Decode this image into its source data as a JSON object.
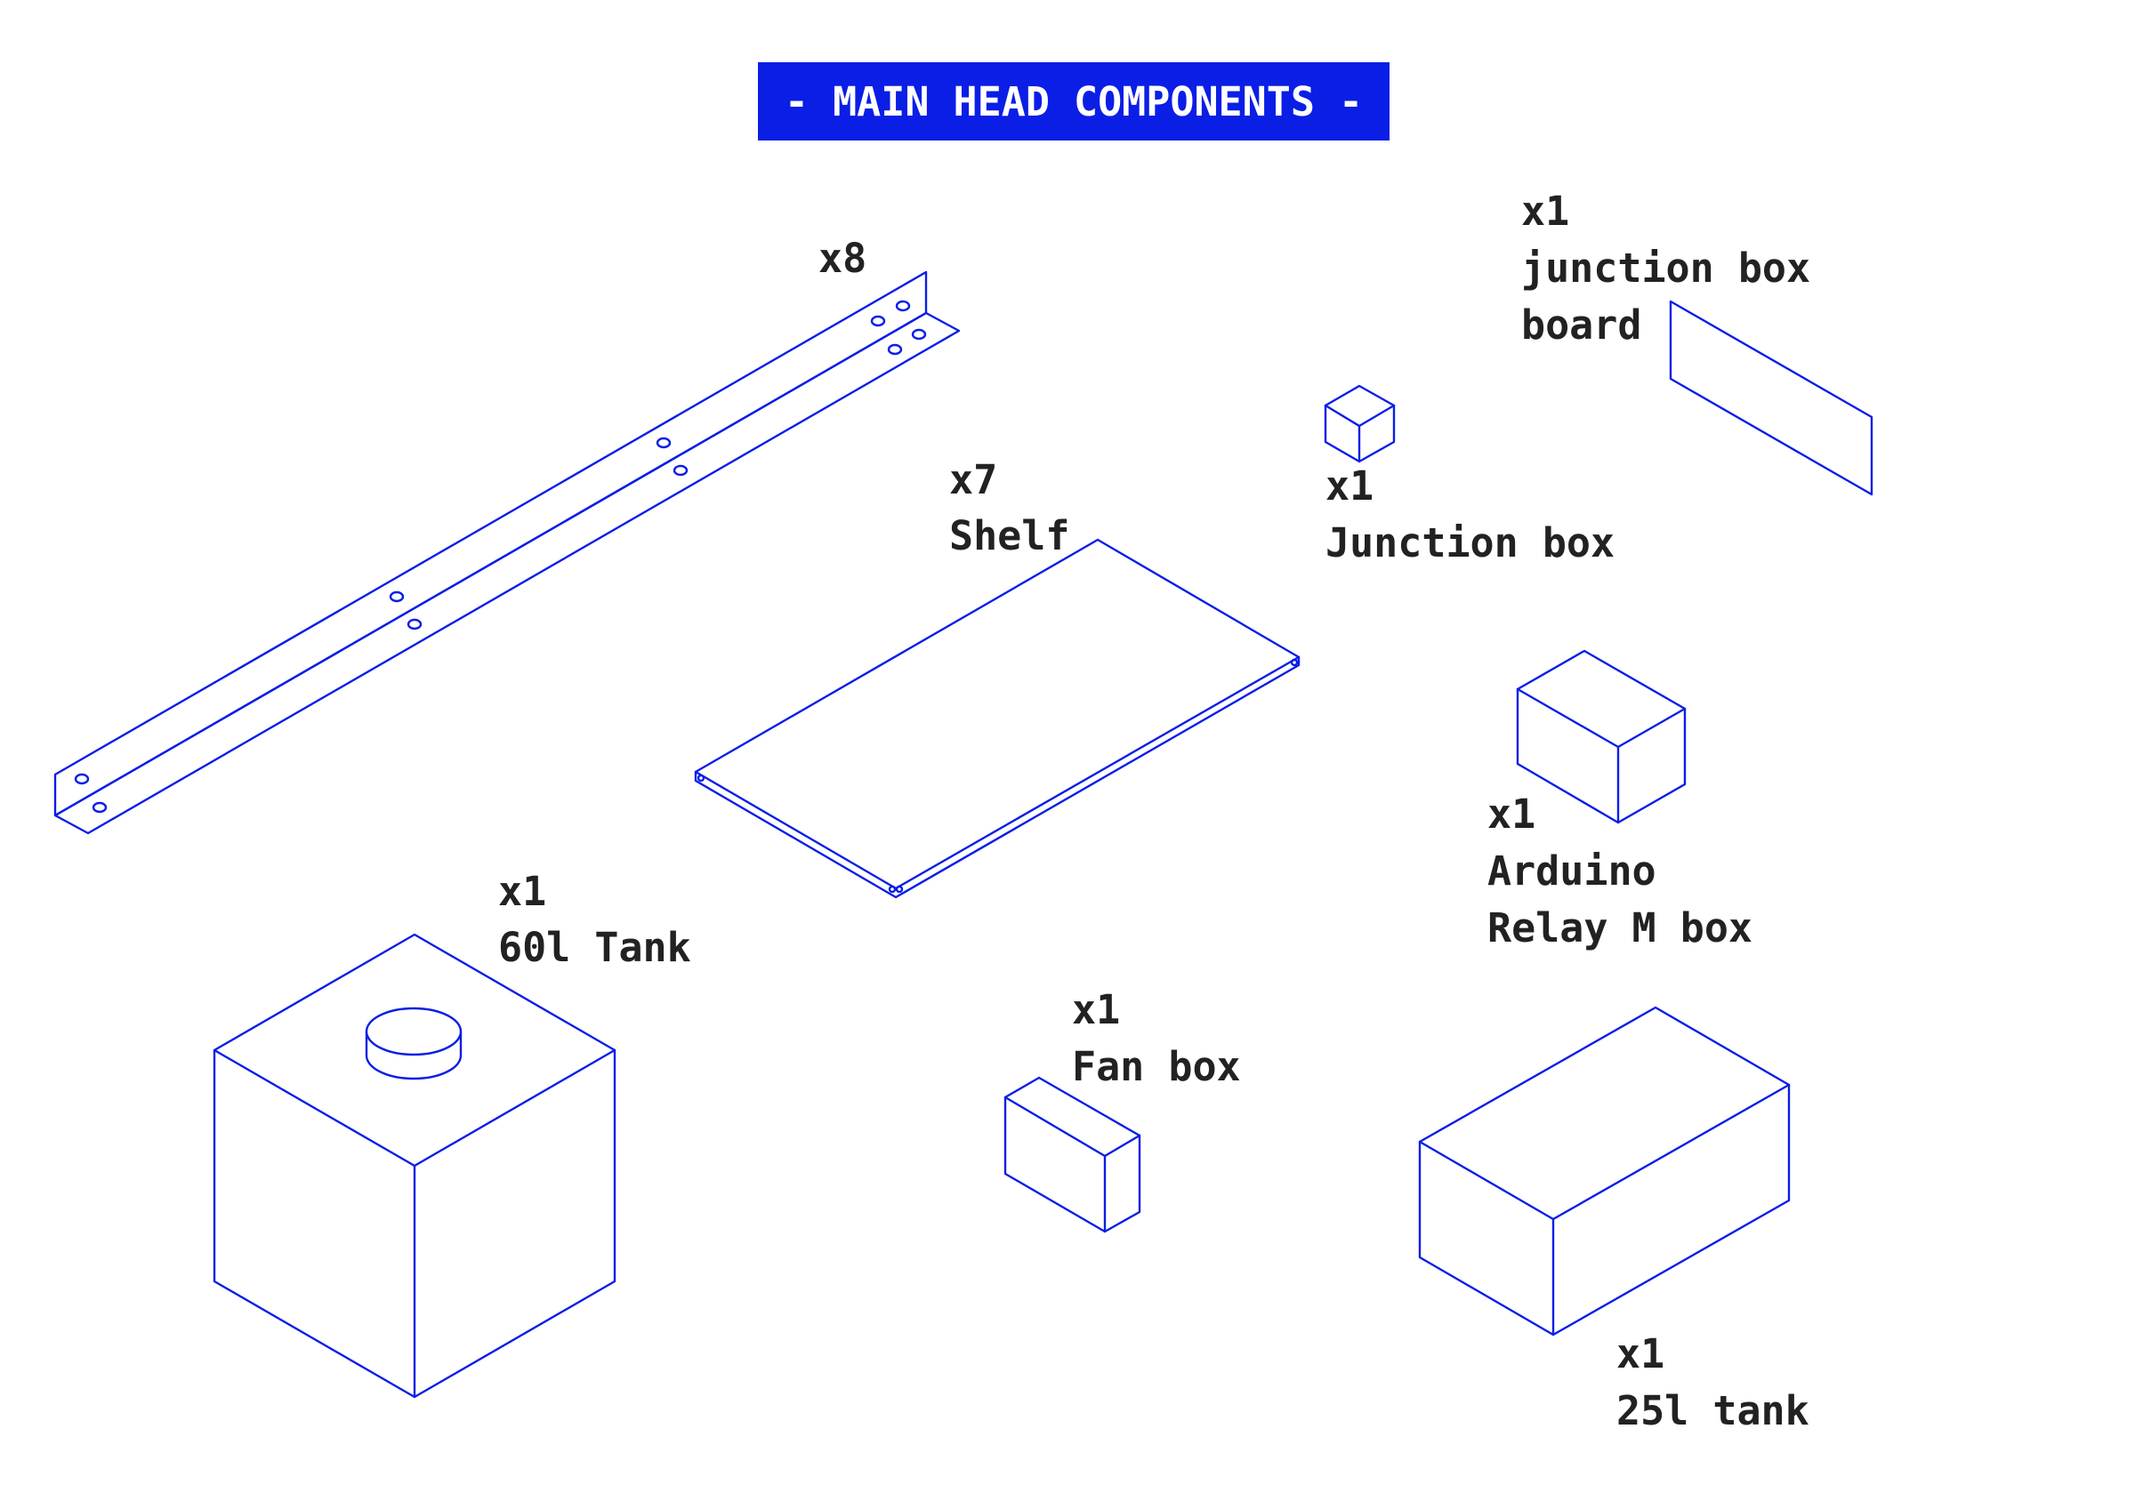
{
  "title": "- MAIN HEAD COMPONENTS -",
  "colors": {
    "accent": "#0a1ee6",
    "text": "#222222",
    "background": "#ffffff"
  },
  "components": {
    "angle": {
      "qty": "x8"
    },
    "shelf": {
      "qty": "x7",
      "name": "Shelf"
    },
    "junction_box": {
      "qty": "x1",
      "name": "Junction box"
    },
    "junction_board": {
      "qty": "x1",
      "name_line1": "junction box",
      "name_line2": "board"
    },
    "arduino_box": {
      "qty": "x1",
      "name_line1": "Arduino",
      "name_line2": "Relay M box"
    },
    "tank_60": {
      "qty": "x1",
      "name": "60l Tank"
    },
    "fan_box": {
      "qty": "x1",
      "name": "Fan box"
    },
    "tank_25": {
      "qty": "x1",
      "name": "25l tank"
    }
  }
}
